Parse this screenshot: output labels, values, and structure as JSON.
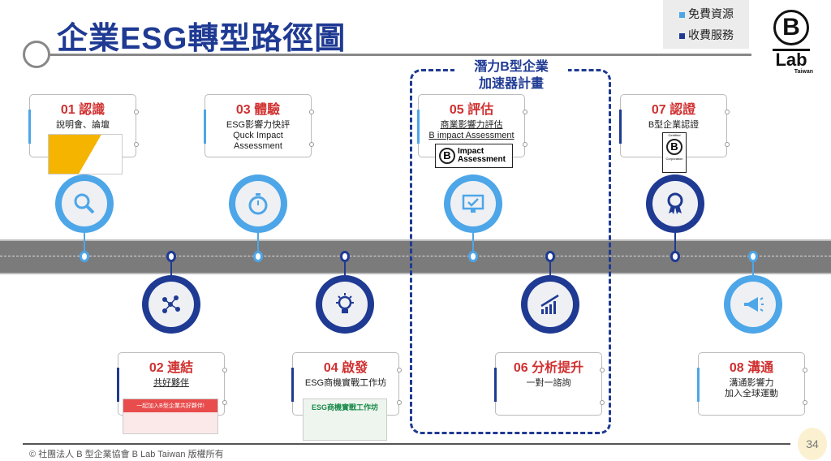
{
  "title": "企業ESG轉型路徑圖",
  "legend": {
    "free": "免費資源",
    "paid": "收費服務",
    "free_color": "#4da6e8",
    "paid_color": "#1f3a93"
  },
  "logo": {
    "b": "B",
    "lab": "Lab",
    "region": "Taiwan"
  },
  "accelerator": {
    "line1": "潛力B型企業",
    "line2": "加速器計畫"
  },
  "steps": [
    {
      "heading": "01 認識",
      "lines": [
        "說明會、論壇"
      ],
      "type": "free",
      "icon": "magnifier-icon"
    },
    {
      "heading": "02 連結",
      "lines": [
        "共好夥伴"
      ],
      "type": "paid",
      "icon": "network-icon"
    },
    {
      "heading": "03 體驗",
      "lines": [
        "ESG影響力快評",
        "Quck Impact",
        "Assessment"
      ],
      "type": "free",
      "icon": "stopwatch-icon"
    },
    {
      "heading": "04 啟發",
      "lines": [
        "ESG商機實戰工作坊"
      ],
      "type": "paid",
      "icon": "lightbulb-icon"
    },
    {
      "heading": "05 評估",
      "lines": [
        "商業影響力評估",
        "B impact Assessment"
      ],
      "type": "free",
      "icon": "monitor-check-icon"
    },
    {
      "heading": "06 分析提升",
      "lines": [
        "一對一諮詢"
      ],
      "type": "paid",
      "icon": "growth-chart-icon"
    },
    {
      "heading": "07 認證",
      "lines": [
        "B型企業認證"
      ],
      "type": "paid",
      "icon": "award-ribbon-icon"
    },
    {
      "heading": "08 溝通",
      "lines": [
        "溝通影響力",
        "加入全球運動"
      ],
      "type": "free",
      "icon": "megaphone-icon"
    }
  ],
  "badges": {
    "impact": "Impact",
    "assessment": "Assessment",
    "certified": "Certified",
    "corporation": "Corporation"
  },
  "thumbs": {
    "t02": "一起加入B型企業共好夥伴!",
    "t04": "ESG商機實戰工作坊"
  },
  "footer": {
    "copyright": "© 社團法人 B 型企業協會 B Lab Taiwan 版權所有",
    "page": "34"
  }
}
